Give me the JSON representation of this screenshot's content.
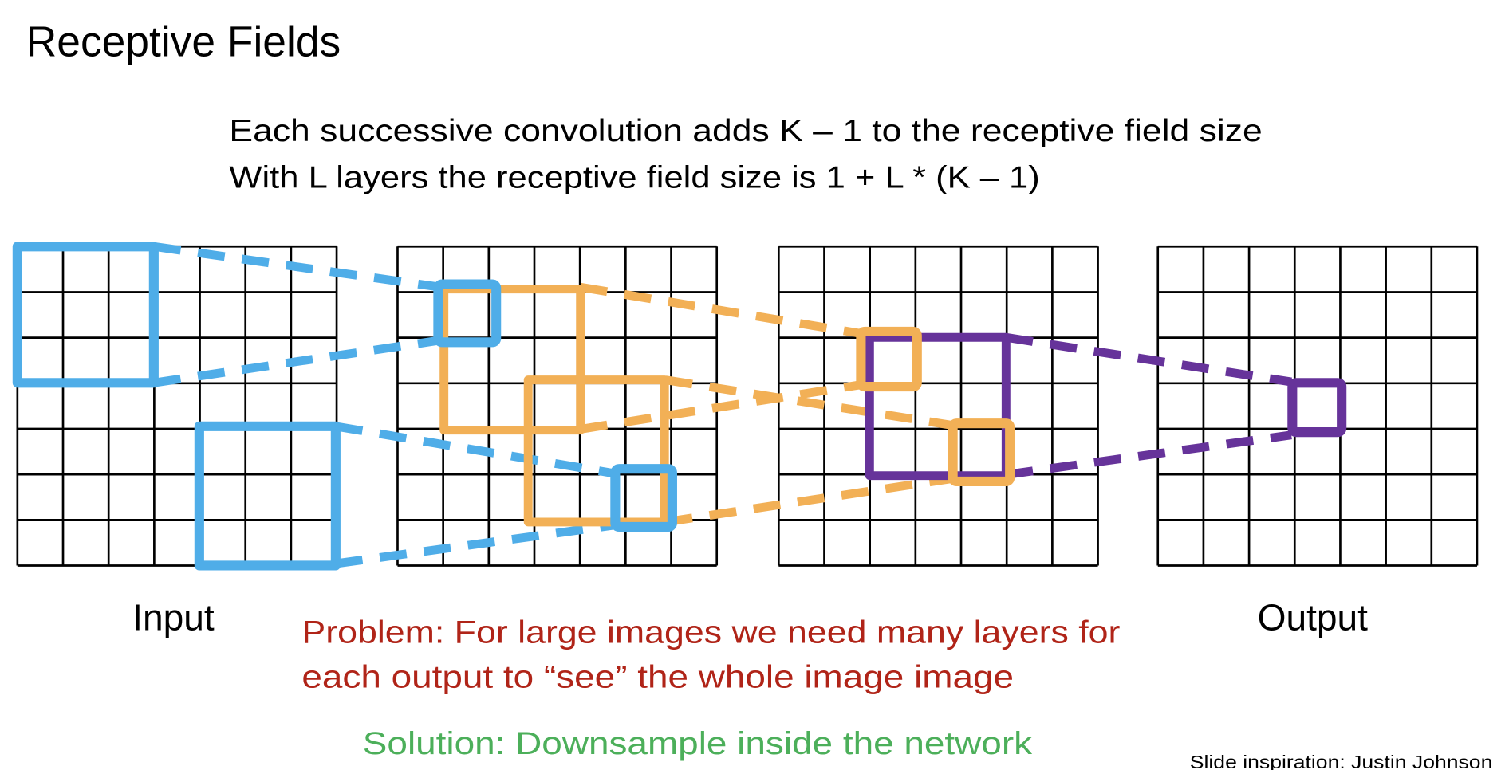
{
  "title": "Receptive Fields",
  "subtitle": {
    "line1": "Each successive convolution adds K – 1 to the receptive field size",
    "line2": "With L layers the receptive field size is 1 + L * (K – 1)"
  },
  "labels": {
    "input": "Input",
    "output": "Output"
  },
  "problem": {
    "line1": "Problem: For large images we need many layers for",
    "line2": "each output to “see” the whole image image"
  },
  "solution": "Solution: Downsample inside the network",
  "credit": "Slide inspiration: Justin Johnson",
  "grid_size": 7,
  "colors": {
    "blue": "#4fade8",
    "orange": "#f2b056",
    "purple": "#66339a",
    "problem_red": "#b02418",
    "solution_green": "#4caf5a"
  }
}
